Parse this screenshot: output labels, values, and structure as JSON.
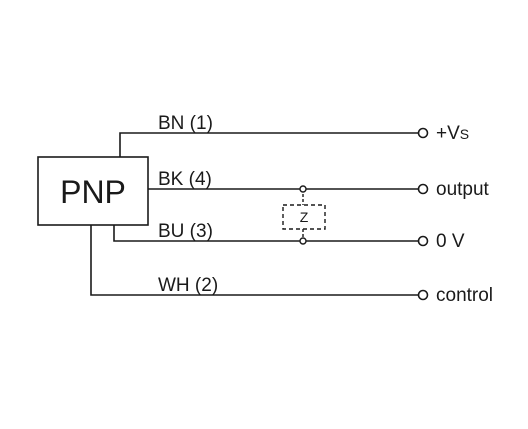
{
  "sensor": {
    "type_label": "PNP"
  },
  "wires": [
    {
      "id": "bn",
      "label": "BN (1)",
      "terminal": "+V",
      "terminal_sub": "S"
    },
    {
      "id": "bk",
      "label": "BK (4)",
      "terminal": "output"
    },
    {
      "id": "bu",
      "label": "BU (3)",
      "terminal": "0 V"
    },
    {
      "id": "wh",
      "label": "WH (2)",
      "terminal": "control"
    }
  ],
  "load": {
    "label": "Z"
  }
}
